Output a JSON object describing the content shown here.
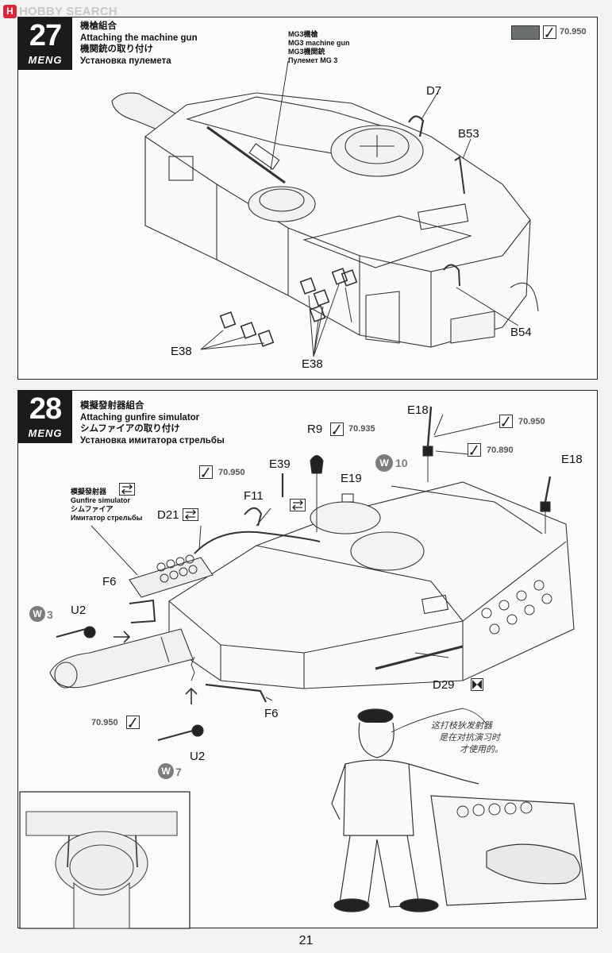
{
  "watermark": {
    "icon": "hobby-search-logo-icon",
    "text": "HOBBY SEARCH"
  },
  "step27": {
    "number": "27",
    "brand": "MENG",
    "title_cn": "機槍組合",
    "title_en": "Attaching the machine gun",
    "title_jp": "機関銃の取り付け",
    "title_ru": "Установка пулемета",
    "paint_code": "70.950",
    "callout": {
      "cn": "MG3機槍",
      "en": "MG3 machine gun",
      "jp": "MG3機関銃",
      "ru": "Пулемет MG 3"
    },
    "parts": {
      "d7": "D7",
      "b53": "B53",
      "b54": "B54",
      "e38_left": "E38",
      "e38_right": "E38"
    }
  },
  "step28": {
    "number": "28",
    "brand": "MENG",
    "title_cn": "模擬發射器組合",
    "title_en": "Attaching gunfire simulator",
    "title_jp": "シムファイアの取り付け",
    "title_ru": "Установка имитатора стрельбы",
    "simulator": {
      "cn": "模擬發射器",
      "en": "Gunfire simulator",
      "jp": "シムファイア",
      "ru": "Имитатор стрельбы"
    },
    "paint": {
      "r9_code": "70.935",
      "e18_code_a": "70.950",
      "e18_code_b": "70.890",
      "cable_code": "70.950",
      "u2_code": "70.950"
    },
    "parts": {
      "r9": "R9",
      "e18_top": "E18",
      "e18_right": "E18",
      "e39": "E39",
      "e19": "E19",
      "f11": "F11",
      "d21": "D21",
      "f6_left": "F6",
      "f6_bottom": "F6",
      "u2_left": "U2",
      "u2_bottom": "U2",
      "d29": "D29"
    },
    "w10": {
      "letter": "W",
      "num": "10"
    },
    "w3": {
      "letter": "W",
      "num": "3"
    },
    "w7": {
      "letter": "W",
      "num": "7"
    },
    "cartoon_note": [
      "这打枝狄发射器",
      "是在对抗演习时",
      "才使用的。"
    ]
  },
  "page_number": "21"
}
